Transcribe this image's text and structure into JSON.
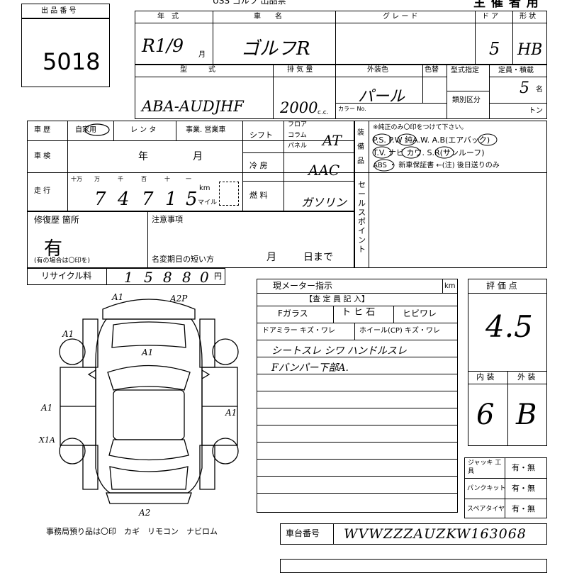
{
  "header": {
    "top_text": "USS ゴルフ 出品票",
    "organizer_label": "主 催 者 用"
  },
  "lot": {
    "label": "出 品 番 号",
    "number": "5018"
  },
  "row1": {
    "year_label": "年　式",
    "year_value": "R1/9",
    "month_unit": "月",
    "car_name_label": "車　　名",
    "car_name_value": "ゴルフR",
    "grade_label": "グ レ ー ド",
    "grade_value": "",
    "door_label": "ド ア",
    "door_value": "5",
    "shape_label": "形 状",
    "shape_value": "HB"
  },
  "row2": {
    "model_label": "型　　　式",
    "model_value": "ABA-AUDJHF",
    "displacement_label": "排 気 量",
    "displacement_value": "2000",
    "cc_unit": "c.c.",
    "color_label": "外装色",
    "color_change_label": "色替",
    "color_value": "パール",
    "color_no_label": "カラー No.",
    "type_designation_label": "型式指定",
    "class_label": "類別区分",
    "capacity_label": "定員・積載",
    "capacity_value": "5",
    "capacity_unit": "名",
    "load_unit": "トン"
  },
  "history": {
    "label": "車 歴",
    "options": [
      "自家用",
      "レ ン タ",
      "事業. 営業車"
    ]
  },
  "inspection": {
    "label": "車 検",
    "year_unit": "年",
    "month_unit": "月"
  },
  "mileage": {
    "label": "走 行",
    "digit_labels": [
      "十万",
      "万",
      "千",
      "百",
      "十",
      "一"
    ],
    "digits": [
      "7",
      "4",
      "7",
      "1",
      "5"
    ],
    "unit_km": "km",
    "unit_mile": "マイル"
  },
  "shift": {
    "label": "シフト",
    "options": [
      "フロア",
      "コラム",
      "パネル"
    ],
    "value": "AT"
  },
  "aircon": {
    "label": "冷 房",
    "value": "AAC"
  },
  "fuel": {
    "label": "燃 料",
    "value": "ガソリン"
  },
  "equipment": {
    "label": "装 備 品",
    "note": "※純正のみ〇印をつけて下さい。",
    "line1": "P.S. P.W 純A.W. A.B(エアバック)",
    "line2": "T.V. ナビ カワ. S.R(サンルーフ)",
    "line3": "ABS ・ 新車保証書 ←(注) 後日送りのみ"
  },
  "sales_point": {
    "label": "セールスポイント"
  },
  "repair": {
    "label": "修復歴 箇所",
    "value": "有",
    "note": "(有の場合は〇印を)"
  },
  "caution": {
    "label": "注意事項",
    "name_change_label": "名変期日の短い方",
    "month_unit": "月",
    "day_unit": "日まで"
  },
  "recycle": {
    "label": "リサイクル料",
    "digits": [
      "1",
      "5",
      "8",
      "8",
      "0"
    ],
    "unit": "円"
  },
  "diagram_marks": [
    {
      "code": "A1"
    },
    {
      "code": "A2P"
    },
    {
      "code": "A1"
    },
    {
      "code": "A1"
    },
    {
      "code": "A1"
    },
    {
      "code": "A1"
    },
    {
      "code": "X1A"
    },
    {
      "code": "A2"
    }
  ],
  "office": {
    "text": "事務局預り品は〇印　カギ　リモコン　ナビロム"
  },
  "meter": {
    "label": "現メーター指示",
    "unit": "km"
  },
  "inspector": {
    "header": "【査 定 員 記 入】",
    "glass_label": "Fガラス",
    "glass_options": "ト ヒ 石",
    "crack_label": "ヒビワレ",
    "mirror_label": "ドアミラー キズ・ワレ",
    "wheel_label": "ホイール(CP) キズ・ワレ",
    "notes": [
      "シートスレ シワ ハンドルスレ",
      "Fバンパー下部A."
    ]
  },
  "evaluation": {
    "label": "評 価 点",
    "score": "4.5",
    "interior_label": "内 装",
    "exterior_label": "外 装",
    "interior_value": "6",
    "exterior_value": "B"
  },
  "tools": [
    {
      "label": "ジャッキ 工 具",
      "value": "有・無"
    },
    {
      "label": "パンクキット",
      "value": "有・無"
    },
    {
      "label": "スペアタイヤ",
      "value": "有・無"
    }
  ],
  "chassis": {
    "label": "車台番号",
    "value": "WVWZZZAUZKW163068"
  }
}
